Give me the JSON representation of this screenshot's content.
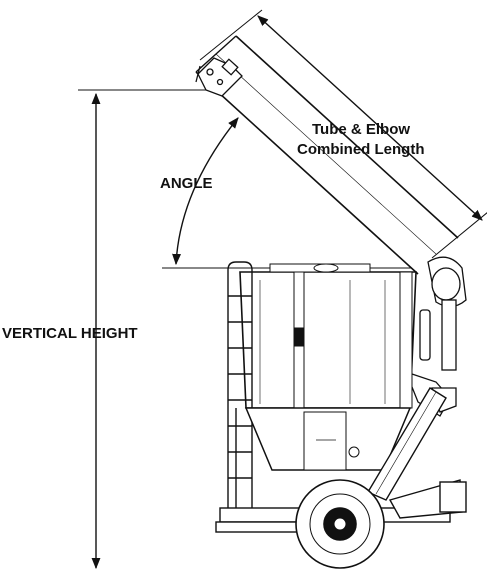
{
  "labels": {
    "tube_elbow_line1": "Tube & Elbow",
    "tube_elbow_line2": "Combined Length",
    "angle": "ANGLE",
    "vertical_height": "VERTICAL HEIGHT"
  },
  "colors": {
    "ink": "#111111",
    "background": "#ffffff"
  }
}
